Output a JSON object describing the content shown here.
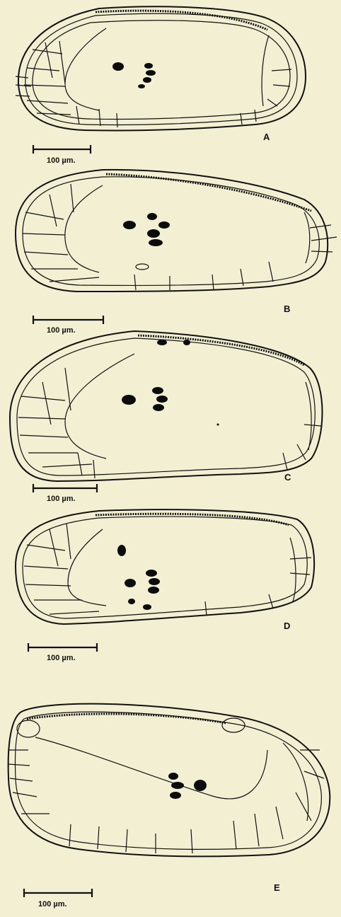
{
  "figures": [
    {
      "letter": "A",
      "scale_text": "100 µm."
    },
    {
      "letter": "B",
      "scale_text": "100 µm."
    },
    {
      "letter": "C",
      "scale_text": "100 µm."
    },
    {
      "letter": "D",
      "scale_text": "100 µm."
    },
    {
      "letter": "E",
      "scale_text": "100 µm."
    }
  ],
  "colors": {
    "background": "#f3efd2",
    "ink": "#111111"
  }
}
